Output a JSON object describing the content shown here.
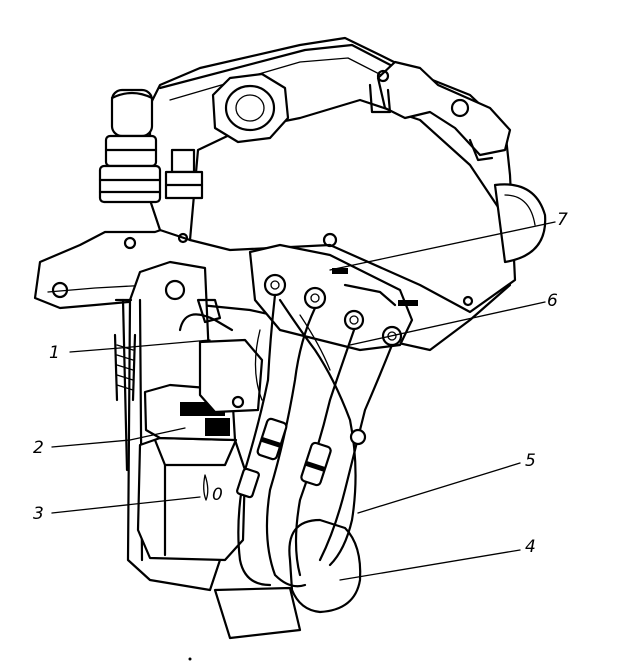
{
  "callouts": [
    {
      "id": "1",
      "label": "1"
    },
    {
      "id": "2",
      "label": "2"
    },
    {
      "id": "3",
      "label": "3"
    },
    {
      "id": "4",
      "label": "4"
    },
    {
      "id": "5",
      "label": "5"
    },
    {
      "id": "6",
      "label": "6"
    },
    {
      "id": "7",
      "label": "7"
    }
  ],
  "plate_mark": "0"
}
